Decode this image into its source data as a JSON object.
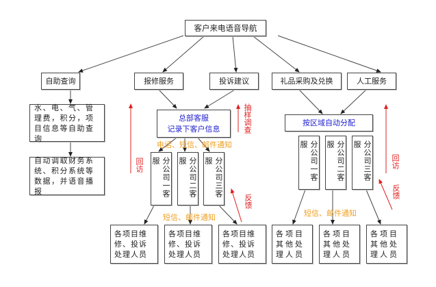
{
  "root": {
    "label": "客户来电语音导航"
  },
  "categories": [
    {
      "id": "self-query",
      "label": "自助查询"
    },
    {
      "id": "repair",
      "label": "报修服务"
    },
    {
      "id": "complaint",
      "label": "投诉建议"
    },
    {
      "id": "gift",
      "label": "礼品采购及兑换"
    },
    {
      "id": "manual",
      "label": "人工服务"
    }
  ],
  "self_service": {
    "query_box": "水、电、气、管理费，积分，项目信息等自助查询",
    "auto_box": "自动调取财务系统、积分系统等数据，并语音播报"
  },
  "hq": {
    "line1": "总部客服",
    "line2": "记录下客户信息"
  },
  "area_dispatch": {
    "label": "按区域自动分配"
  },
  "branches_left": [
    "分公司一客服",
    "分公司二客服",
    "分公司三客服"
  ],
  "branches_right": [
    "分公司一客服",
    "分公司二客服",
    "分公司三客服"
  ],
  "handlers_left": [
    "各项目维修、投诉处理人员",
    "各项目维修、投诉处理人员",
    "各项目维修、投诉处理人员"
  ],
  "handlers_right": [
    "各项目其他处理人员",
    "各项目其他处理人员",
    "各项目其他处理人员"
  ],
  "labels": {
    "notify_full": "电话、短信、邮件通知",
    "notify_sms_email_left": "短信、邮件通知",
    "notify_sms_email_right": "短信、邮件通知",
    "revisit_left": "回访",
    "sampling_survey": "抽样调查",
    "feedback_left": "反馈",
    "revisit_right": "回访",
    "feedback_right": "反馈"
  },
  "colors": {
    "arrow": "#333333",
    "feedback": "#e02020",
    "notify": "#f0a020",
    "hq_text": "#2020d0"
  }
}
